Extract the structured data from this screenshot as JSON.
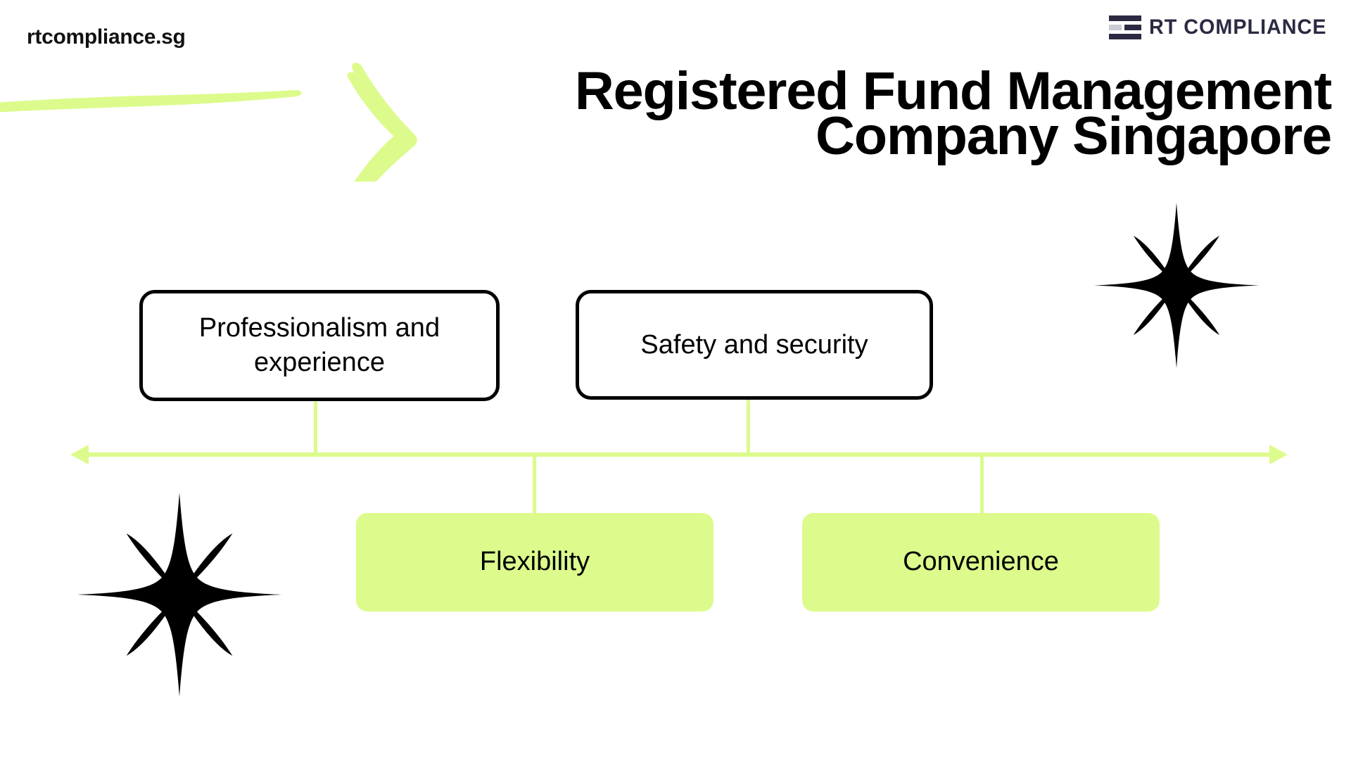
{
  "header": {
    "site_url": "rtcompliance.sg",
    "brand_name": "RT COMPLIANCE",
    "brand_icon": "three-bars-logo-icon",
    "title_line_1": "Registered Fund Management",
    "title_line_2": "Company Singapore"
  },
  "colors": {
    "accent_green": "#DCFB8C",
    "brand_navy": "#2B2A42",
    "brand_navy_light": "#C9CBD6",
    "text_black": "#000000",
    "background": "#FFFFFF"
  },
  "decorations": [
    {
      "name": "brush-arrow-icon",
      "position": "top-left"
    },
    {
      "name": "sparkle-star-icon",
      "position": "right-middle"
    },
    {
      "name": "sparkle-star-icon",
      "position": "bottom-left"
    }
  ],
  "diagram": {
    "type": "timeline",
    "axis": {
      "name": "double-headed-arrow",
      "color": "#DCFB8C",
      "direction": "bidirectional"
    },
    "nodes": [
      {
        "id": "n1",
        "label": "Professionalism and experience",
        "style": "outline",
        "side": "above"
      },
      {
        "id": "n2",
        "label": "Safety and security",
        "style": "outline",
        "side": "above"
      },
      {
        "id": "n3",
        "label": "Flexibility",
        "style": "filled",
        "side": "below"
      },
      {
        "id": "n4",
        "label": "Convenience",
        "style": "filled",
        "side": "below"
      }
    ]
  }
}
